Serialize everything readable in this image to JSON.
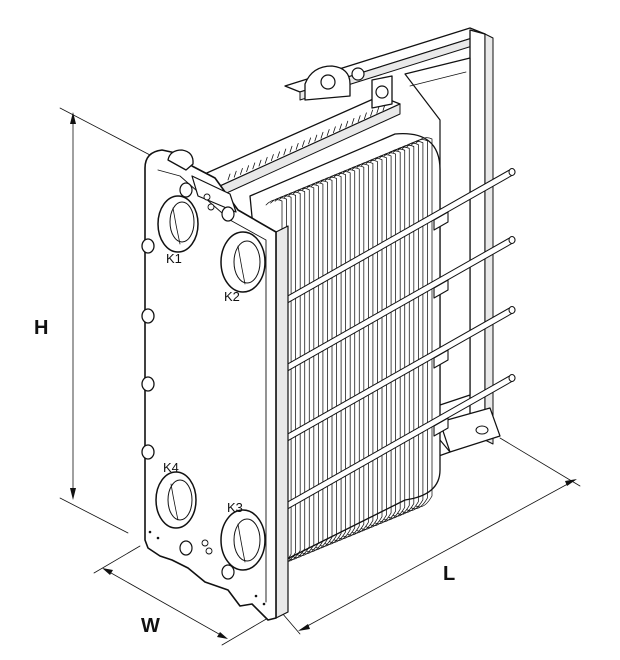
{
  "ports": {
    "k1": "K1",
    "k2": "K2",
    "k3": "K3",
    "k4": "K4"
  },
  "dimensions": {
    "height": "H",
    "width": "W",
    "length": "L"
  },
  "colors": {
    "line": "#111111",
    "background": "#ffffff",
    "shade": "#e9e9e9"
  }
}
